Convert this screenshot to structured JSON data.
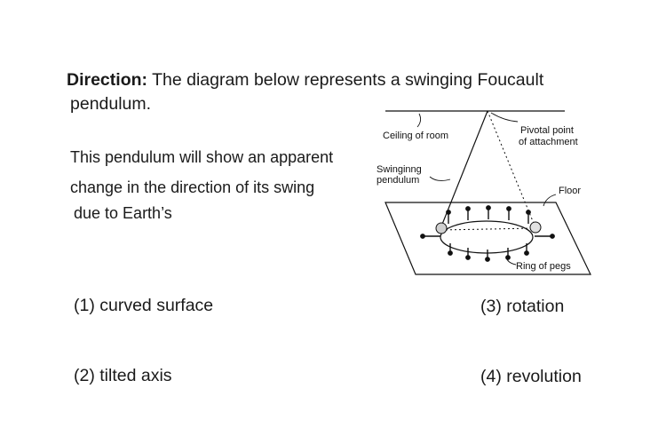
{
  "question": {
    "direction_label": "Direction:",
    "direction_text": " The diagram below represents a swinging Foucault",
    "direction_text_2": "pendulum.",
    "body_lines": [
      "This pendulum will show an apparent",
      "change in the direction of its swing",
      "due to Earth’s"
    ]
  },
  "diagram": {
    "labels": {
      "ceiling": "Ceiling of room",
      "pivot_1": "Pivotal point",
      "pivot_2": "of attachment",
      "swinging_1": "Swinginng",
      "swinging_2": "pendulum",
      "floor": "Floor",
      "ring": "Ring of pegs"
    }
  },
  "options": [
    {
      "label": "(1) curved surface"
    },
    {
      "label": "(2) tilted axis"
    },
    {
      "label": "(3) rotation"
    },
    {
      "label": "(4) revolution"
    }
  ]
}
